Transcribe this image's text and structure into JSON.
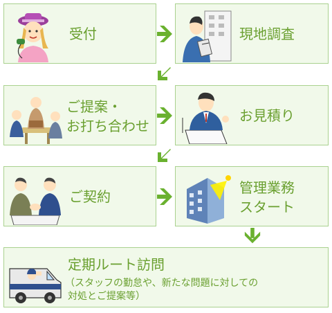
{
  "steps": {
    "reception": "受付",
    "site_survey": "現地調査",
    "proposal_line1": "ご提案・",
    "proposal_line2": "お打ち合わせ",
    "estimate": "お見積り",
    "contract": "ご契約",
    "management_line1": "管理業務",
    "management_line2": "スタート",
    "visit_title": "定期ルート訪問",
    "visit_note_line1": "（スタッフの勤怠や、新たな問題に対しての",
    "visit_note_line2": "対処とご提案等）"
  },
  "colors": {
    "box_fill": "#f1f9ea",
    "box_border": "#a9d18e",
    "text": "#6aa030",
    "arrow": "#6ab12f"
  },
  "icons": [
    "woman-phone-icon",
    "man-clipboard-icon",
    "meeting-icon",
    "presenter-icon",
    "handshake-icon",
    "building-icon",
    "van-icon"
  ]
}
